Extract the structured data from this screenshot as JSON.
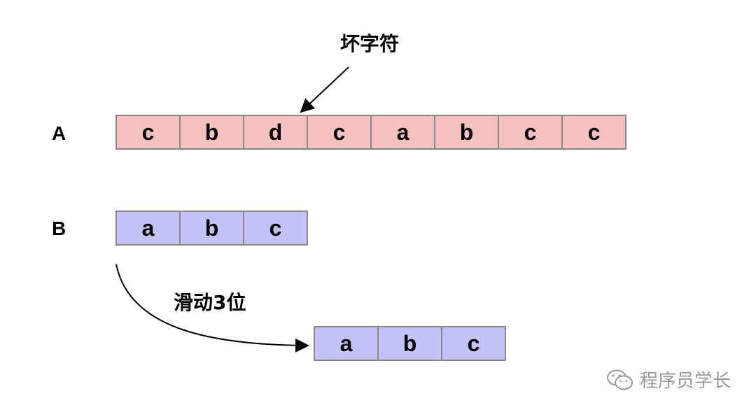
{
  "rows": {
    "a_label": "A",
    "b_label": "B"
  },
  "annotations": {
    "bad_char": "坏字符",
    "slide": "滑动3位"
  },
  "arrays": {
    "a": [
      "c",
      "b",
      "d",
      "c",
      "a",
      "b",
      "c",
      "c"
    ],
    "b": [
      "a",
      "b",
      "c"
    ],
    "b_shifted": [
      "a",
      "b",
      "c"
    ]
  },
  "watermark": {
    "text": "程序员学长",
    "icon": "wechat-icon"
  },
  "colors": {
    "text_array_fill": "#f4c0c0",
    "pattern_fill": "#c4c3f8",
    "cell_border": "#888888"
  }
}
